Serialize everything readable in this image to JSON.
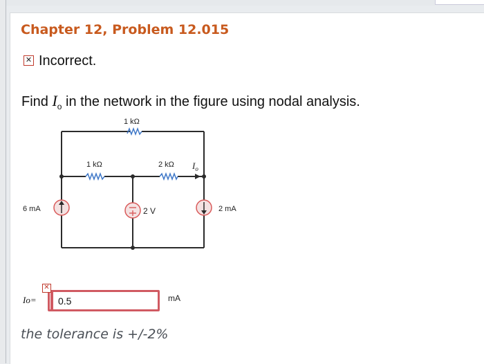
{
  "header": {
    "title": "Chapter 12, Problem 12.015"
  },
  "status": {
    "icon": "incorrect-x-icon",
    "text": "Incorrect."
  },
  "question": {
    "prefix": "Find ",
    "variable": "I",
    "subscript": "o",
    "suffix": " in the network in the figure using nodal analysis."
  },
  "circuit": {
    "resistor_top": "1 kΩ",
    "resistor_left": "1 kΩ",
    "resistor_right": "2 kΩ",
    "current_label": "I",
    "current_label_sub": "o",
    "source_left": "6 mA",
    "source_middle": "2 V",
    "source_right": "2 mA"
  },
  "answer": {
    "label": "Io=",
    "value": "0.5",
    "unit": "mA"
  },
  "tolerance": "the tolerance is +/-2%",
  "colors": {
    "title": "#c85a1e",
    "error": "#c0392b",
    "input_border": "#d05a62",
    "source_fill": "#f4e2e2",
    "source_stroke": "#d95a5a"
  }
}
